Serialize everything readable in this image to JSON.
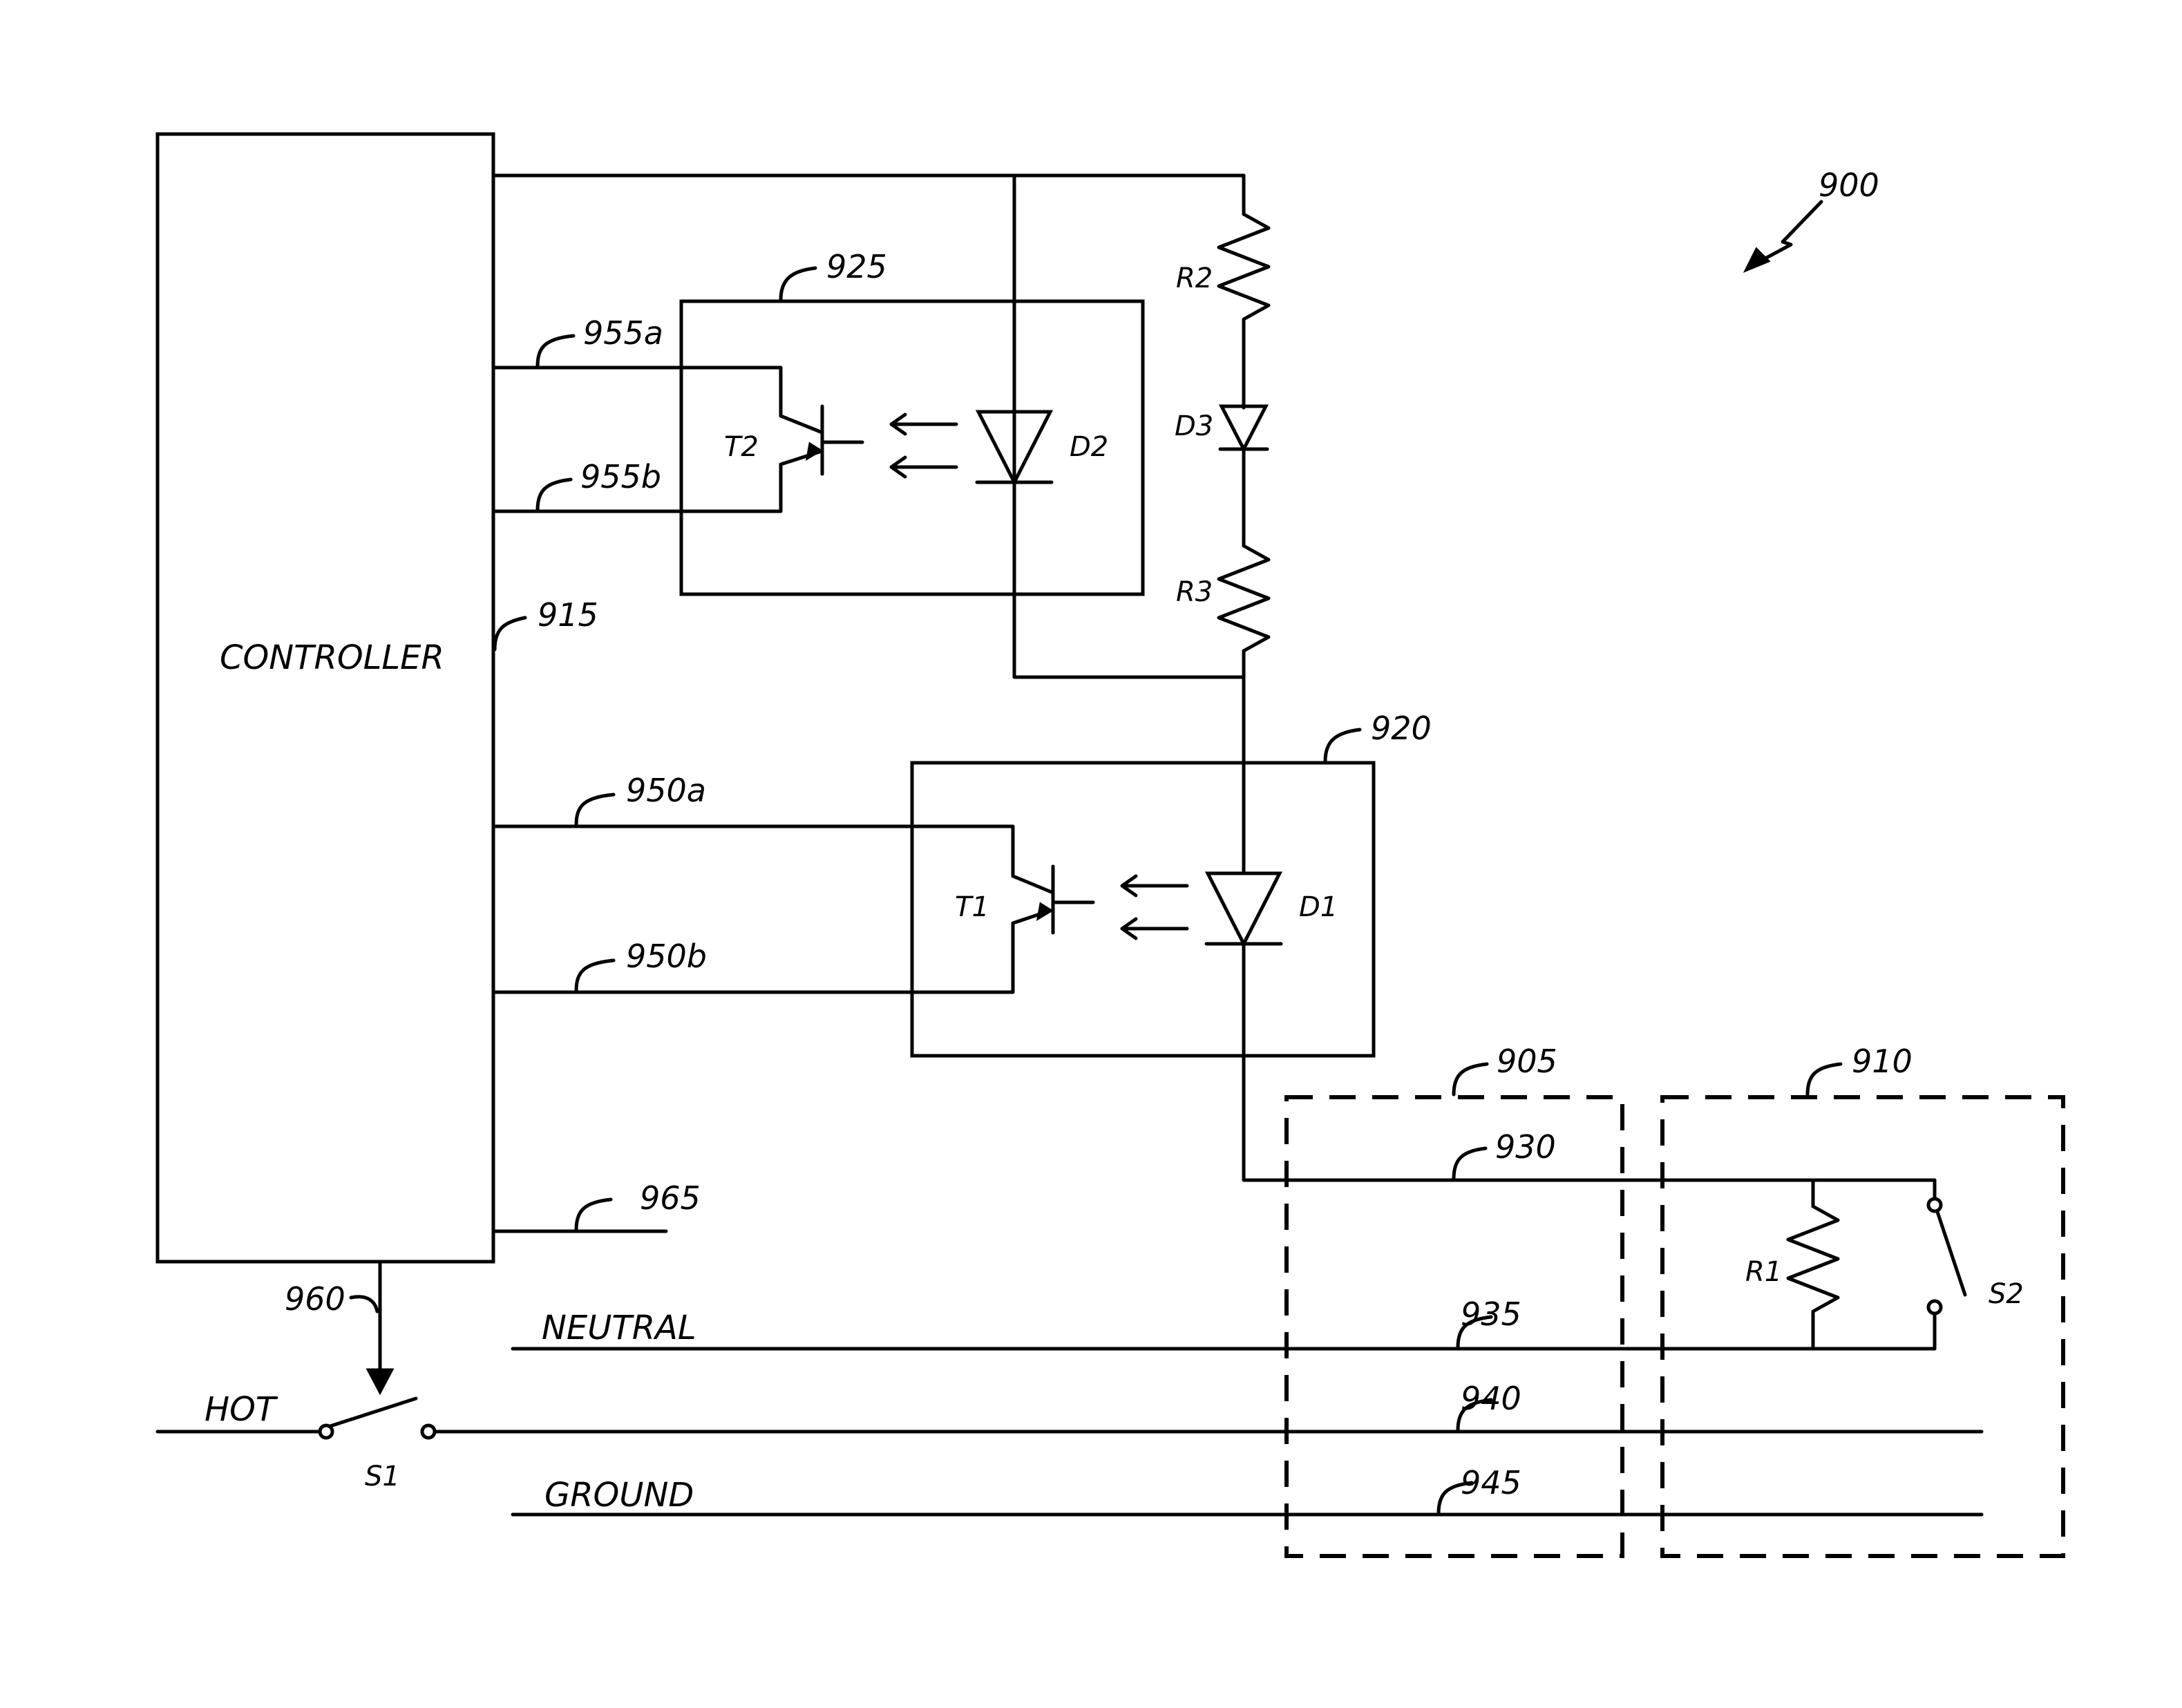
{
  "figure_ref": "900",
  "controller": {
    "label": "CONTROLLER",
    "ref": "915"
  },
  "optocoupler_top": {
    "ref": "925",
    "transistor": "T2",
    "led": "D2",
    "line_a": "955a",
    "line_b": "955b"
  },
  "optocoupler_bottom": {
    "ref": "920",
    "transistor": "T1",
    "led": "D1",
    "line_a": "950a",
    "line_b": "950b"
  },
  "series_chain": {
    "r2": "R2",
    "d3": "D3",
    "r3": "R3"
  },
  "controller_output": "965",
  "relay_control": "960",
  "switch_s1": "S1",
  "device_905": {
    "ref": "905"
  },
  "device_910": {
    "ref": "910",
    "resistor": "R1",
    "switch": "S2"
  },
  "lines": {
    "sense": {
      "ref": "930"
    },
    "neutral": {
      "label": "NEUTRAL",
      "ref": "935"
    },
    "hot": {
      "label": "HOT",
      "ref": "940"
    },
    "ground": {
      "label": "GROUND",
      "ref": "945"
    }
  }
}
